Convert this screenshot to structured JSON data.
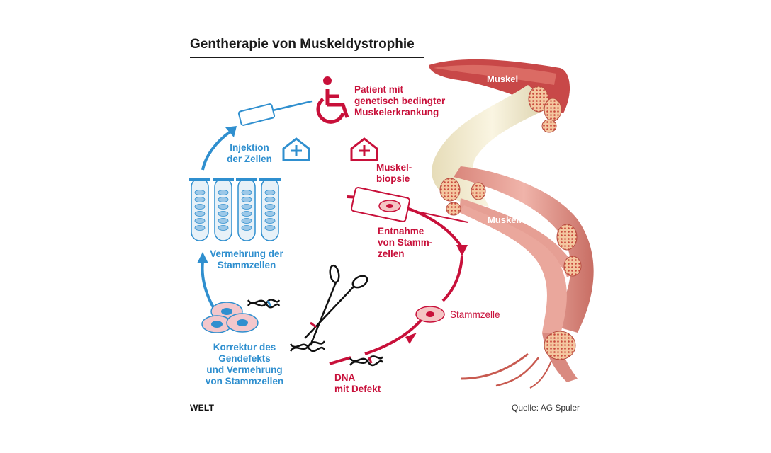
{
  "title": "Gentherapie von Muskeldystrophie",
  "labels": {
    "patient": [
      "Patient mit",
      "genetisch bedingter",
      "Muskelerkrankung"
    ],
    "injection": [
      "Injektion",
      "der Zellen"
    ],
    "biopsy": [
      "Muskel-",
      "biopsie"
    ],
    "extraction": [
      "Entnahme",
      "von Stamm-",
      "zellen"
    ],
    "multiplication": [
      "Vermehrung der",
      "Stammzellen"
    ],
    "stemcell": "Stammzelle",
    "correction": [
      "Korrektur des",
      "Gendefekts",
      "und Vermehrung",
      "von Stammzellen"
    ],
    "dna_defect": [
      "DNA",
      "mit Defekt"
    ],
    "muscle": "Muskel",
    "muscle_fiber": "Muskelfaser"
  },
  "footer": {
    "brand": "WELT",
    "source": "Quelle: AG Spuler"
  },
  "colors": {
    "red": "#c8103a",
    "blue": "#2f8fcf",
    "muscle": "#e8a097",
    "tendon": "#f3ecd2"
  },
  "icons": [
    "wheelchair-icon",
    "hospital-icon",
    "syringe-icon",
    "test-tube-icon",
    "scissors-icon",
    "dna-icon",
    "cell-icon"
  ]
}
